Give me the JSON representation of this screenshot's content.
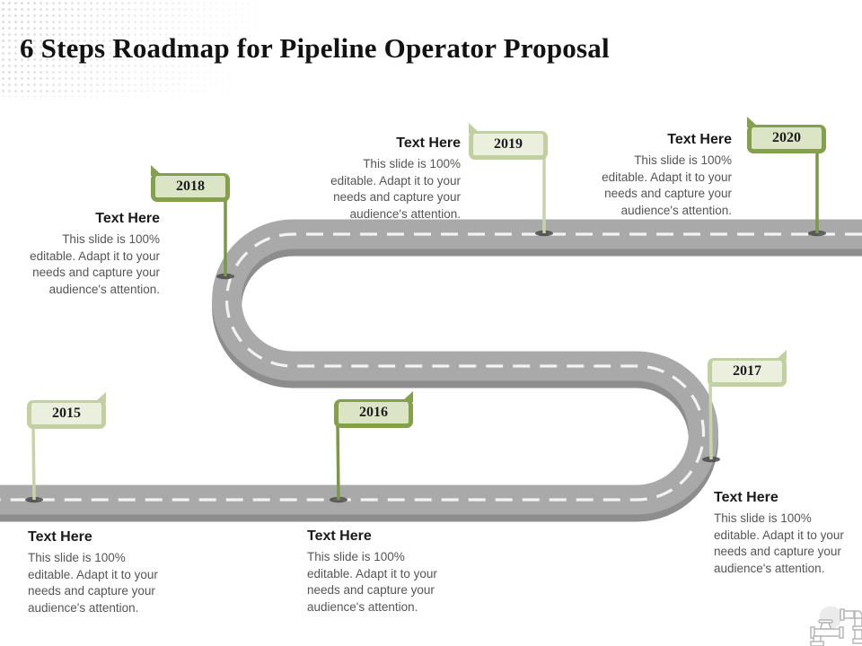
{
  "slide": {
    "title": "6 Steps Roadmap for Pipeline Operator Proposal"
  },
  "milestones": [
    {
      "year": "2015",
      "heading": "Text Here",
      "description_lines": [
        "This slide is 100%",
        "editable. Adapt it to your",
        "needs and capture your",
        "audience's attention."
      ]
    },
    {
      "year": "2016",
      "heading": "Text Here",
      "description_lines": [
        "This slide is 100%",
        "editable. Adapt it to your",
        "needs and capture your",
        "audience's attention."
      ]
    },
    {
      "year": "2017",
      "heading": "Text Here",
      "description_lines": [
        "This slide is 100%",
        "editable. Adapt it to your",
        "needs and capture your",
        "audience's attention."
      ]
    },
    {
      "year": "2018",
      "heading": "Text Here",
      "description_lines": [
        "This slide is 100%",
        "editable. Adapt it to your",
        "needs and capture your",
        "audience's attention."
      ]
    },
    {
      "year": "2019",
      "heading": "Text Here",
      "description_lines": [
        "This slide is 100%",
        "editable. Adapt it to your",
        "needs and capture your",
        "audience's attention."
      ]
    },
    {
      "year": "2020",
      "heading": "Text Here",
      "description_lines": [
        "This slide is 100%",
        "editable. Adapt it to your",
        "needs and capture your",
        "audience's attention."
      ]
    }
  ],
  "icons": {
    "logo": "pipeline-valve-icon"
  },
  "colors": {
    "road": "#a9a9a9",
    "road_shadow": "#8d8d8d",
    "road_dash": "#f2f2f2",
    "flag_dark_face": "#dce4c6",
    "flag_dark_border": "#84a04d",
    "flag_light_face": "#eaf0dd",
    "flag_light_border": "#c2cfa0"
  }
}
